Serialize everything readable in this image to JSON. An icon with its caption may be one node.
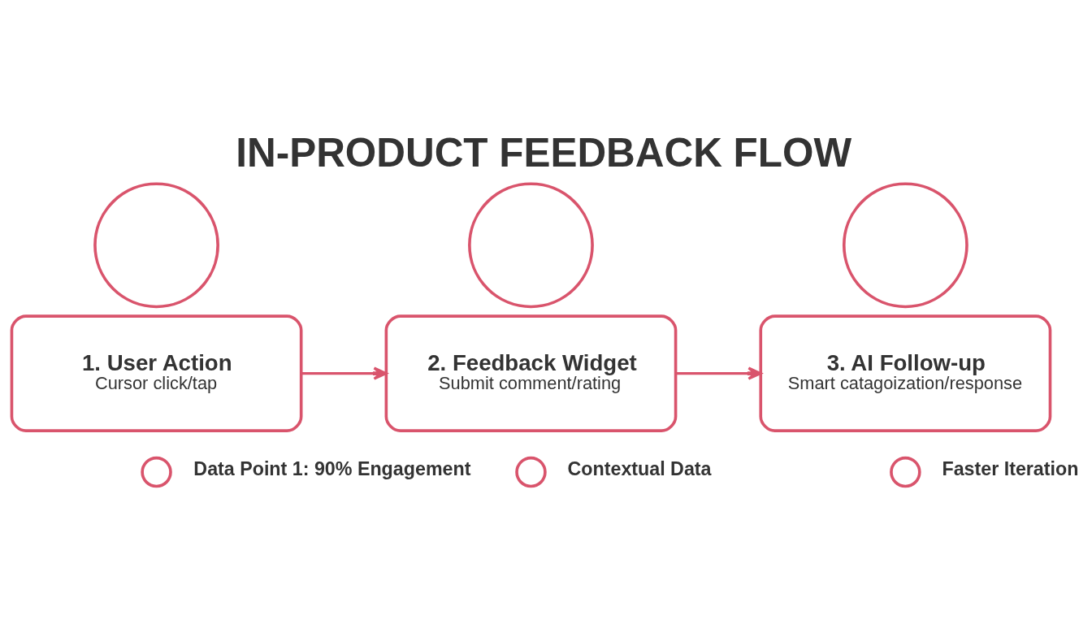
{
  "diagram": {
    "title": "IN-PRODUCT FEEDBACK FLOW",
    "nodes": [
      {
        "text": [],
        "shape": "circle"
      },
      {
        "text": [
          "1. User Action",
          "Cursor click/tap"
        ]
      },
      {
        "text": [],
        "shape": "circle"
      },
      {
        "text": [
          "2. Feedback Widget",
          "Submit comment/rating"
        ]
      },
      {
        "text": [],
        "shape": "circle"
      },
      {
        "text": [
          "3. AI Follow-up",
          "Smart catagoization/response"
        ]
      },
      {
        "text": [],
        "shape": "circle",
        "beside": [
          "Data Point 1: 90% Engagement"
        ]
      },
      {
        "text": [],
        "shape": "circle",
        "beside": [
          "Contextual Data"
        ]
      },
      {
        "text": [],
        "shape": "circle",
        "beside": [
          "Faster Iteration"
        ]
      }
    ],
    "edges": [
      {
        "from": 1,
        "to": 3,
        "arrow": "to"
      },
      {
        "from": 3,
        "to": 5,
        "arrow": "to"
      }
    ]
  }
}
